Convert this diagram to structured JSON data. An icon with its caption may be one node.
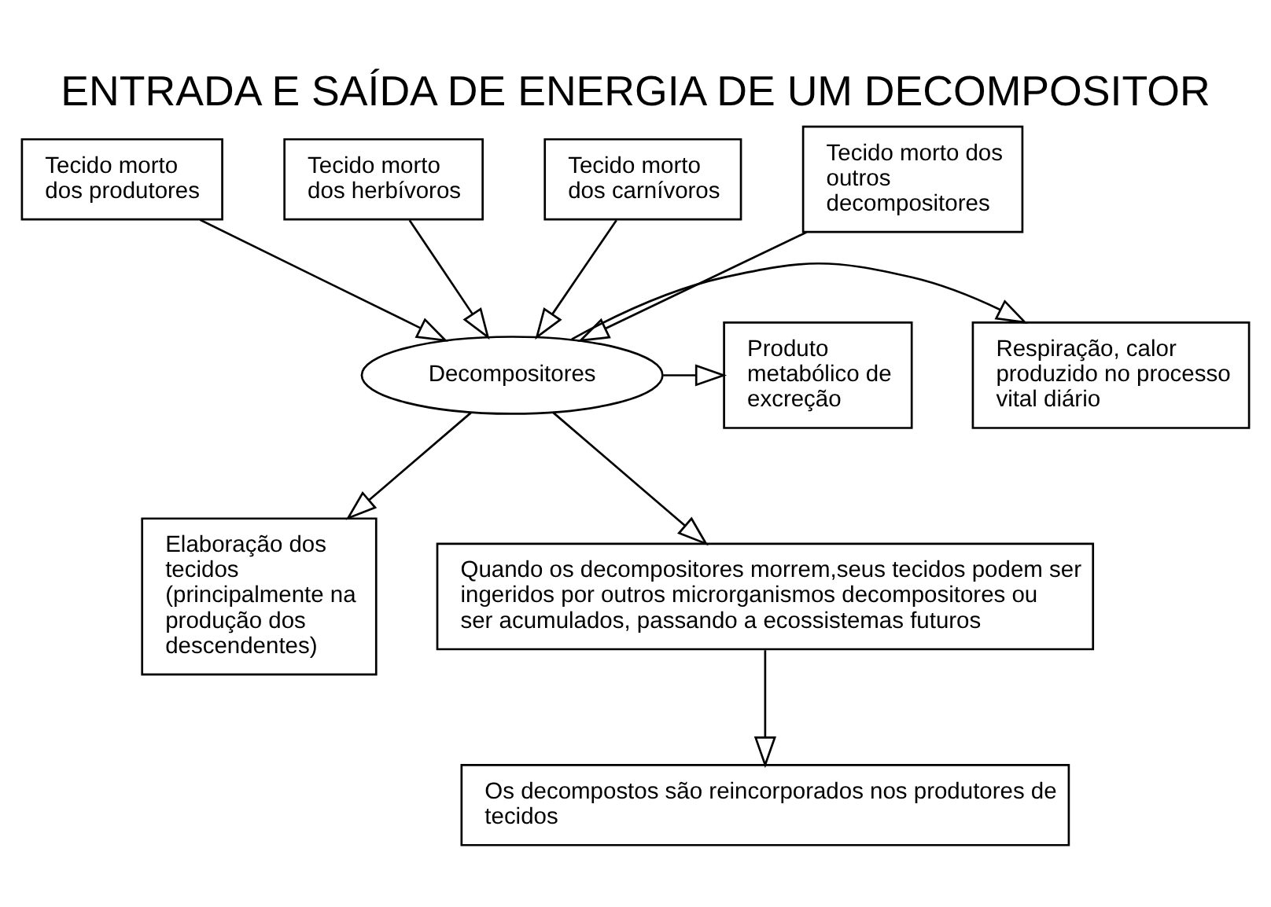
{
  "diagram": {
    "title": "ENTRADA E SAÍDA DE ENERGIA DE UM DECOMPOSITOR",
    "nodes": [
      {
        "text": [
          "Tecido morto dos produtores"
        ]
      },
      {
        "text": [
          "Tecido morto dos herbívoros"
        ]
      },
      {
        "text": [
          "Tecido morto dos carnívoros"
        ]
      },
      {
        "text": [
          "Tecido morto dos outros decompositores"
        ]
      },
      {
        "text": [
          "Respiração, calor produzido no processo vital diário"
        ]
      },
      {
        "text": [
          "Decompositores"
        ]
      },
      {
        "text": [
          "Produto metabólico de excreção"
        ]
      },
      {
        "text": [
          "Elaboração dos tecidos (principalmente na produção dos descendentes)"
        ]
      },
      {
        "text": [
          "Quando os decompositores morrem,seus tecidos podem ser ingeridos por outros microrganismos decompositores ou ser acumulados, passando a ecossistemas futuros"
        ]
      },
      {
        "text": [
          "Os decompostos são reincorporados nos produtores de tecidos"
        ]
      }
    ],
    "edges": [
      {
        "from": 0,
        "to": 5,
        "arrow": "to"
      },
      {
        "from": 1,
        "to": 5,
        "arrow": "to"
      },
      {
        "from": 2,
        "to": 5,
        "arrow": "to"
      },
      {
        "from": 3,
        "to": 5,
        "arrow": "to"
      },
      {
        "from": 5,
        "to": 4,
        "arrow": "to"
      },
      {
        "from": 5,
        "to": 6,
        "arrow": "to"
      },
      {
        "from": 5,
        "to": 7,
        "arrow": "to"
      },
      {
        "from": 5,
        "to": 8,
        "arrow": "to"
      },
      {
        "from": 8,
        "to": 9,
        "arrow": "to"
      }
    ]
  }
}
